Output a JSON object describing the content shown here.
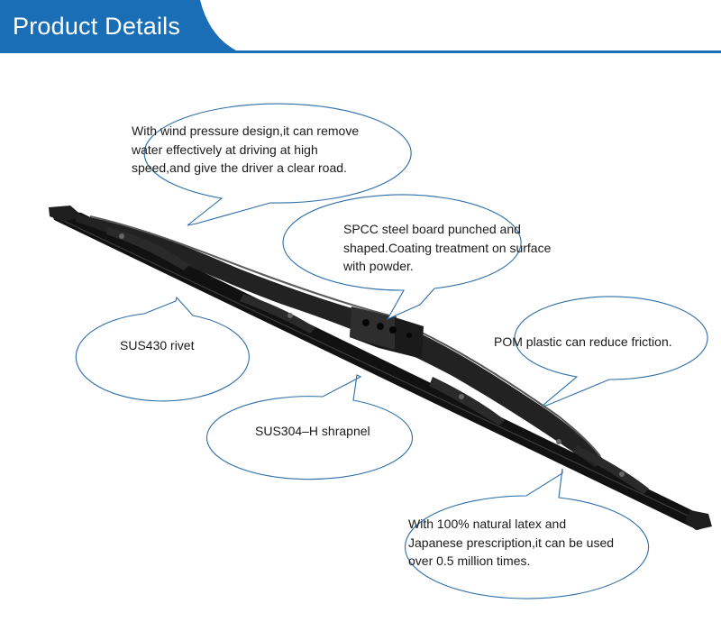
{
  "header": {
    "title": "Product Details",
    "colors": {
      "band": "#1a6eb5",
      "line": "#1a6eb5",
      "text": "#ffffff"
    }
  },
  "product_image": {
    "subject": "metal-frame-wiper-blade",
    "color": "#1c1c1c"
  },
  "callouts": [
    {
      "id": "wind-pressure",
      "lines": [
        "With wind pressure design,it can remove",
        "water effectively at driving at high",
        "speed,and give the driver a clear road."
      ]
    },
    {
      "id": "spcc-steel",
      "lines": [
        "SPCC steel board punched and",
        "shaped.Coating treatment on surface",
        "with powder."
      ]
    },
    {
      "id": "sus430-rivet",
      "lines": [
        "SUS430 rivet"
      ]
    },
    {
      "id": "pom-plastic",
      "lines": [
        "POM plastic can reduce friction."
      ]
    },
    {
      "id": "sus304-shrapnel",
      "lines": [
        "SUS304–H shrapnel"
      ]
    },
    {
      "id": "natural-latex",
      "lines": [
        "With 100% natural latex and",
        "Japanese prescription,it can be used",
        "over 0.5 million times."
      ]
    }
  ],
  "bubble_style": {
    "stroke": "#2d6ea8",
    "fill": "#ffffff"
  }
}
